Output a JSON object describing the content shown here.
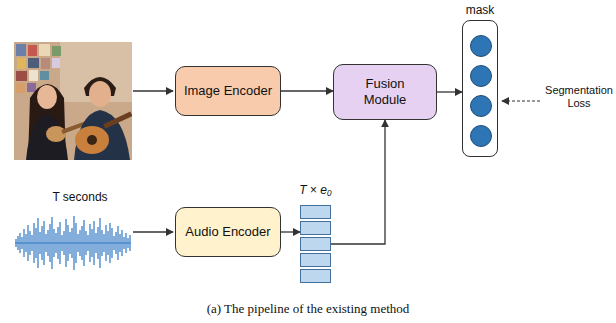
{
  "diagram": {
    "caption": "(a) The pipeline of the existing method",
    "nodes": [
      {
        "text": [
          "Image Encoder"
        ]
      },
      {
        "text": [
          "Fusion Module"
        ]
      },
      {
        "text": [
          "mask"
        ]
      },
      {
        "text": [
          "Audio Encoder"
        ]
      },
      {
        "text": [
          "T × e₀"
        ]
      }
    ],
    "edges": [
      {
        "from": 0,
        "to": 1,
        "arrow": "to"
      },
      {
        "from": 1,
        "to": 2,
        "arrow": "to"
      },
      {
        "from": 3,
        "to": 4,
        "arrow": "to"
      },
      {
        "from": 4,
        "to": 1,
        "arrow": "to"
      }
    ],
    "labels": [
      "T seconds",
      "Segmentation Loss"
    ]
  }
}
